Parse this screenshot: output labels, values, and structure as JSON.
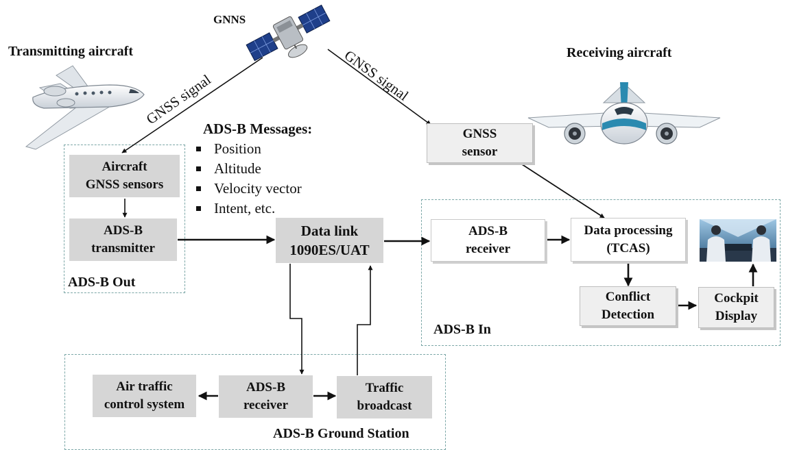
{
  "labels": {
    "gnns": "GNNS",
    "transmitting_aircraft": "Transmitting aircraft",
    "receiving_aircraft": "Receiving aircraft",
    "gnss_signal_left": "GNSS signal",
    "gnss_signal_right": "GNSS signal"
  },
  "messages": {
    "title": "ADS-B Messages:",
    "items": [
      "Position",
      "Altitude",
      "Velocity vector",
      "Intent, etc."
    ]
  },
  "boxes": {
    "aircraft_gnss_sensors": [
      "Aircraft",
      "GNSS sensors"
    ],
    "adsb_transmitter": [
      "ADS-B",
      "transmitter"
    ],
    "data_link": [
      "Data link",
      "1090ES/UAT"
    ],
    "gnss_sensor": [
      "GNSS",
      "sensor"
    ],
    "adsb_receiver_in": [
      "ADS-B",
      "receiver"
    ],
    "data_processing": [
      "Data processing",
      "(TCAS)"
    ],
    "conflict_detection": [
      "Conflict",
      "Detection"
    ],
    "cockpit_display": [
      "Cockpit",
      "Display"
    ],
    "atc_system": [
      "Air traffic",
      "control system"
    ],
    "adsb_receiver_ground": [
      "ADS-B",
      "receiver"
    ],
    "traffic_broadcast": [
      "Traffic",
      "broadcast"
    ]
  },
  "regions": {
    "adsb_out": "ADS-B Out",
    "adsb_in": "ADS-B In",
    "ground_station": "ADS-B Ground Station"
  },
  "colors": {
    "box_gray": "#d6d6d6",
    "region_border": "#7aa6a6",
    "aircraft_body": "#e9edf1",
    "airliner_accent": "#2a8ab0",
    "satellite_panel": "#1f3f8a"
  },
  "icons": [
    "satellite-icon",
    "business-jet-icon",
    "airliner-icon",
    "cockpit-crew-icon"
  ]
}
